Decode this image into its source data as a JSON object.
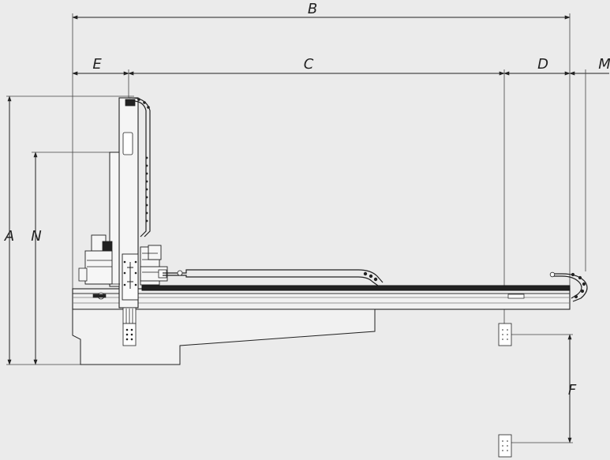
{
  "dimensions": {
    "A": "A",
    "B": "B",
    "C": "C",
    "D": "D",
    "E": "E",
    "F": "F",
    "M": "M",
    "N": "N"
  },
  "colors": {
    "background": "#ebebeb",
    "line": "#222222",
    "thin_line": "#555555",
    "fill_light": "#f2f2f2",
    "fill_mid": "#d8d8d8",
    "fill_dark": "#9a9a9a"
  }
}
